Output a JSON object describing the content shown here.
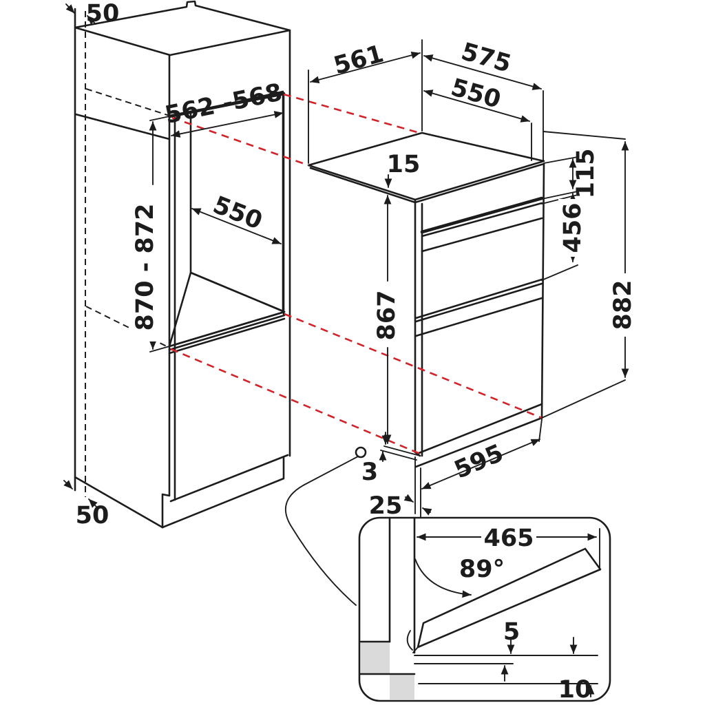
{
  "colors": {
    "line": "#1c1c1c",
    "red": "#d2232a",
    "niche_back": "#b9b9b9",
    "niche_floor": "#eaeaea",
    "detail_gray": "#dadada",
    "bg": "#ffffff"
  },
  "cabinet": {
    "top_clearance": "50",
    "bottom_clearance": "50",
    "niche_width": "562 -568",
    "niche_height": "870 - 872",
    "niche_depth": "550"
  },
  "oven": {
    "depth_body": "561",
    "depth_total": "575",
    "depth_inner": "550",
    "top_lip": "15",
    "control_panel_height": "115",
    "door_height": "456",
    "height_body": "867",
    "height_total": "882",
    "front_width": "595",
    "bottom_gap": "3",
    "front_overhang": "25"
  },
  "detail": {
    "door_length": "465",
    "opening_angle": "89°",
    "gap_door": "5",
    "gap_plinth": "10"
  }
}
